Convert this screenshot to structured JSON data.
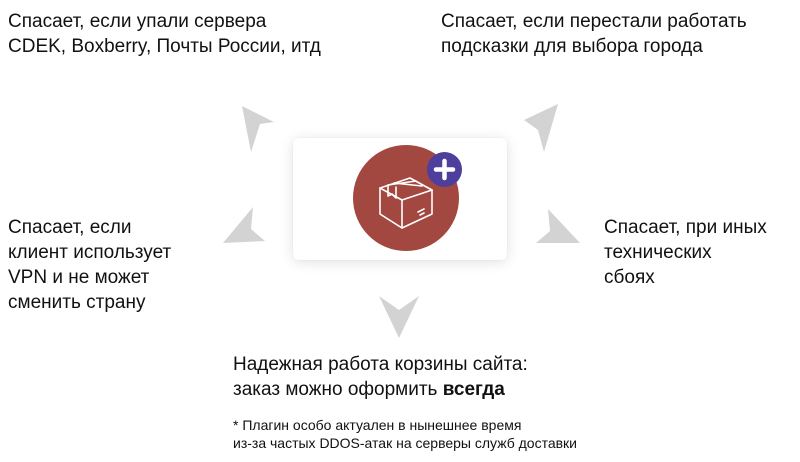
{
  "callouts": {
    "top_left": [
      "Спасает, если упали сервера",
      "CDEK, Boxberry, Почты России, итд"
    ],
    "top_right": [
      "Спасает, если перестали работать",
      "подсказки для выбора города"
    ],
    "middle_left": [
      "Спасает, если",
      "клиент использует",
      "VPN и не может",
      "сменить страну"
    ],
    "middle_right": [
      "Спасает, при иных",
      "технических",
      "сбоях"
    ],
    "bottom": {
      "line1": "Надежная работа корзины сайта:",
      "line2_prefix": "заказ можно оформить ",
      "line2_bold": "всегда"
    }
  },
  "footnote": [
    "* Плагин особо актуален в нынешнее время",
    "из-за частых DDOS-атак на серверы служб доставки"
  ],
  "center": {
    "icon": "package-box-icon",
    "badge_icon": "plus-icon",
    "circle_color": "#a34840",
    "badge_color": "#4e3f9c",
    "arrow_color": "#d3d3d3"
  }
}
